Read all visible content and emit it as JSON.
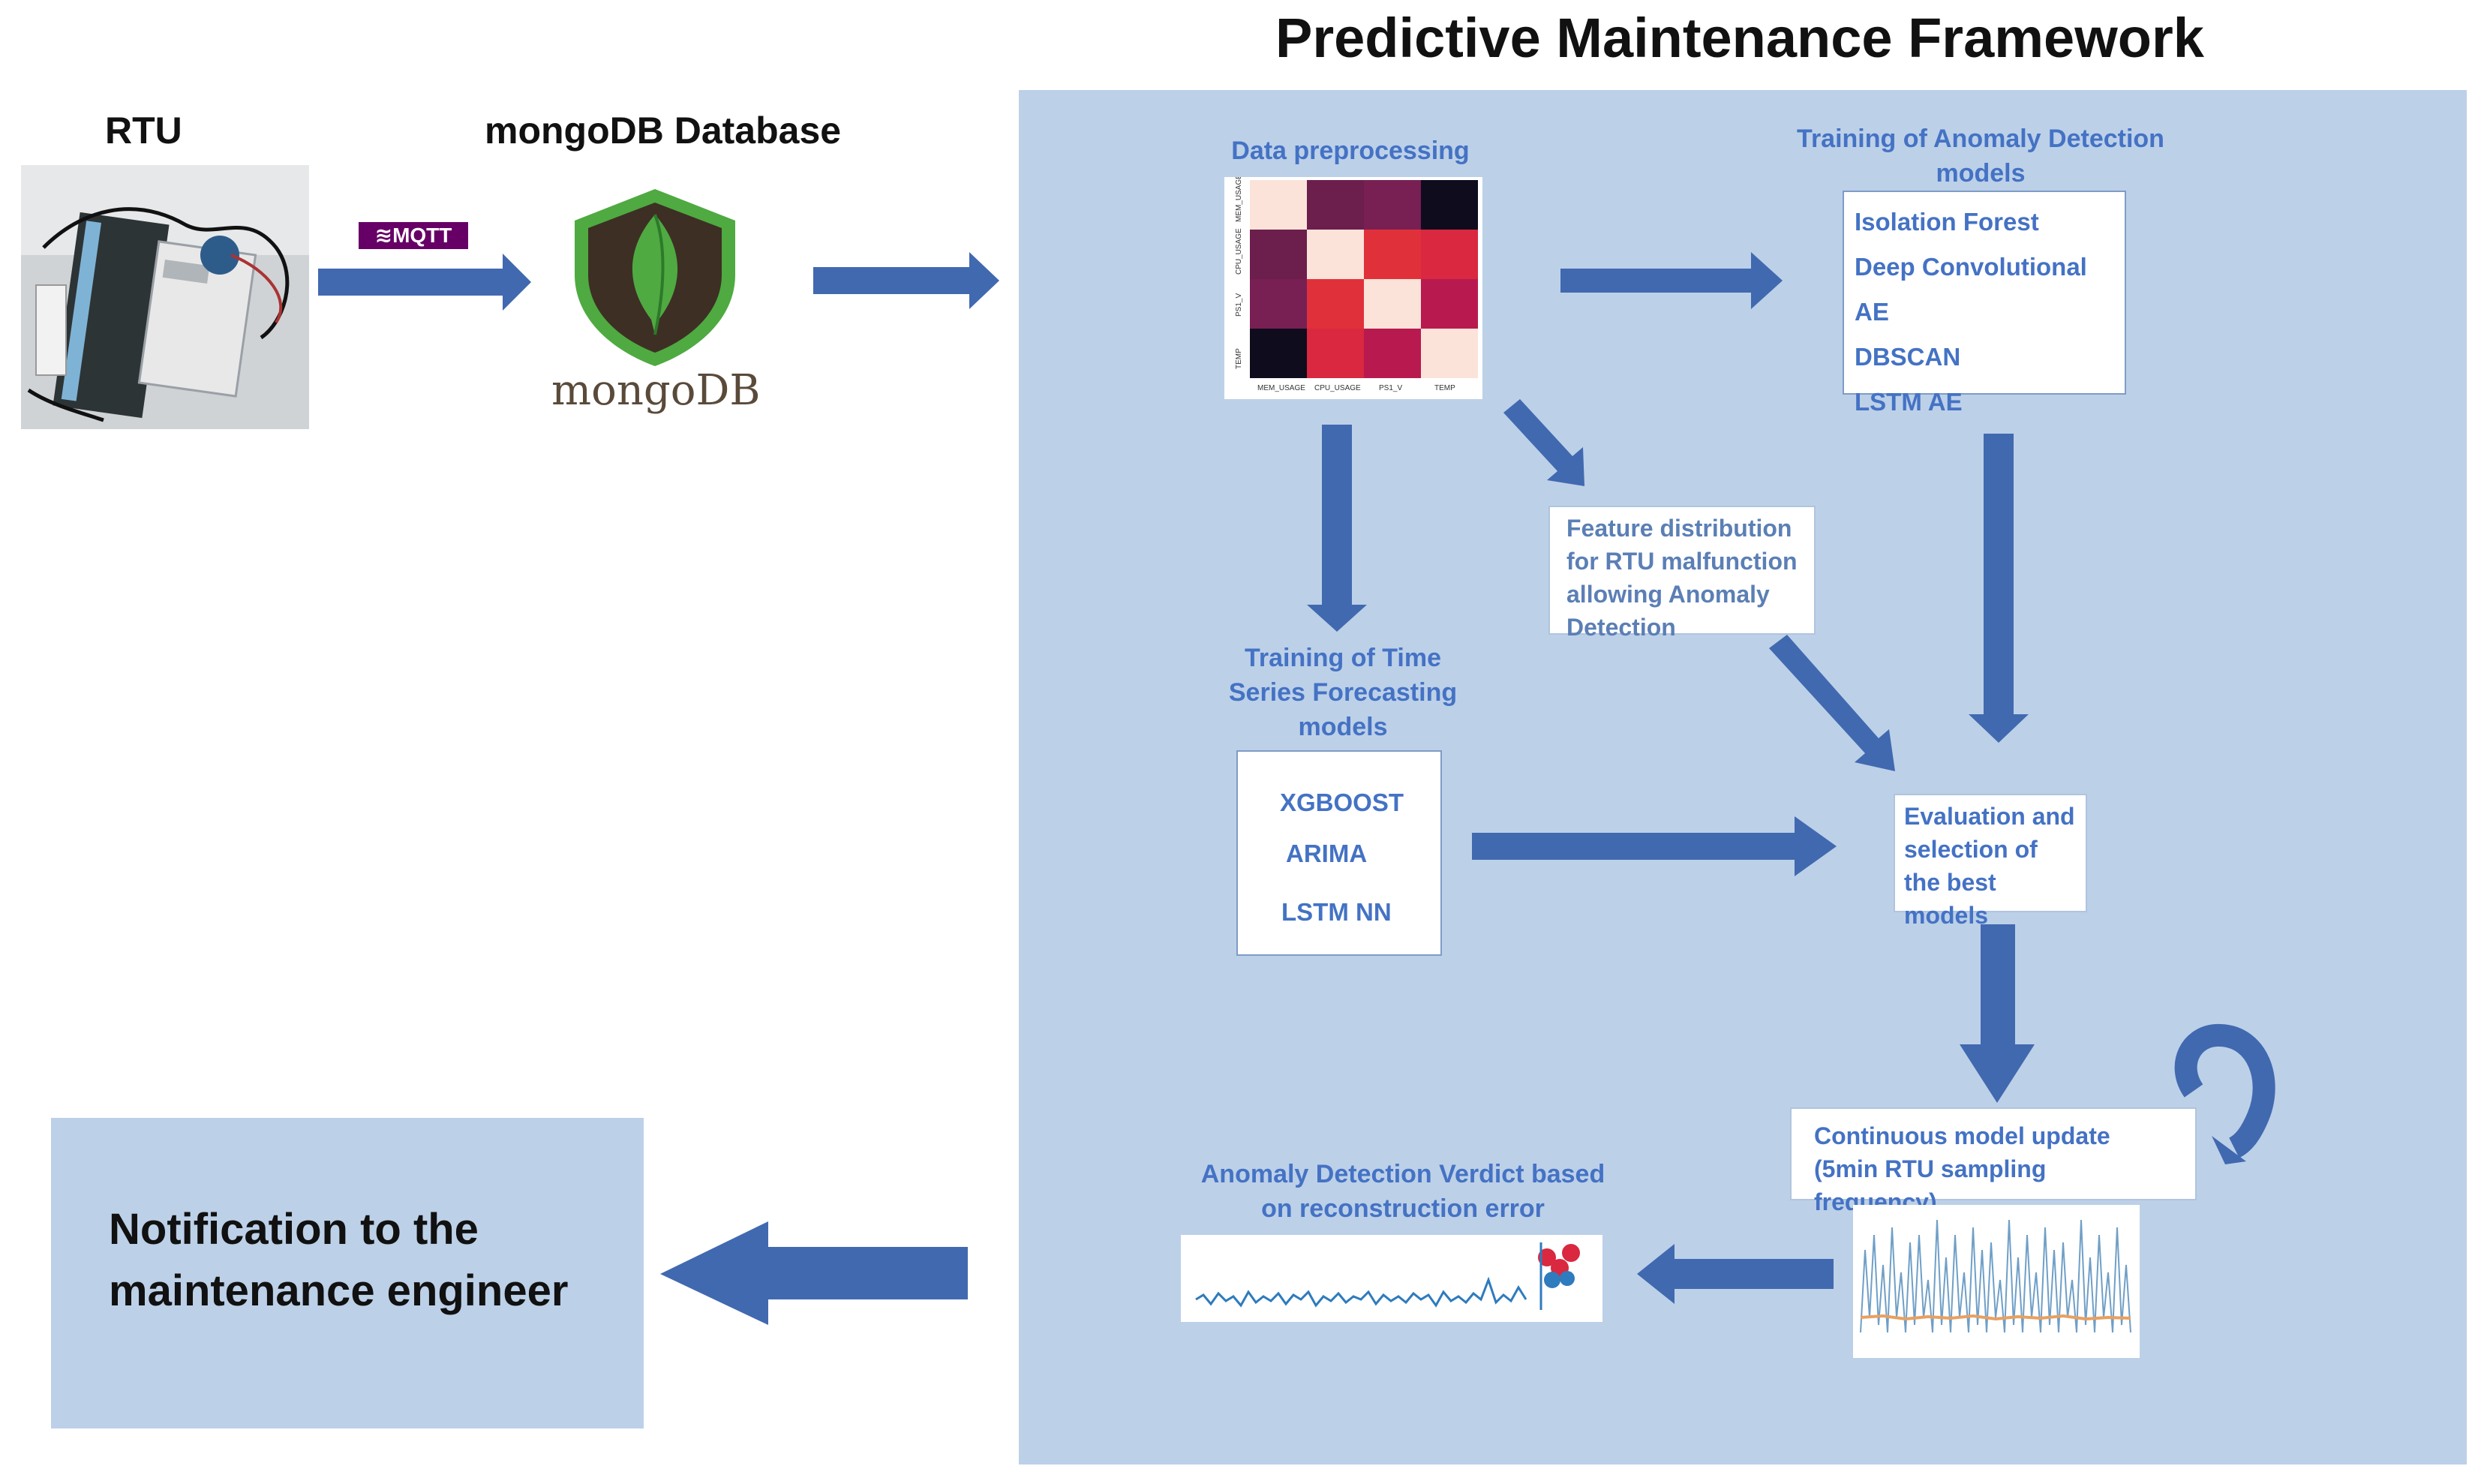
{
  "title": "Predictive Maintenance Framework",
  "rtu_label": "RTU",
  "db_label": "mongoDB Database",
  "mqtt_badge": "MQTT",
  "mongo_wordmark": "mongoDB",
  "preprocessing": {
    "label": "Data preprocessing",
    "matrix_labels": [
      "MEM_USAGE",
      "CPU_USAGE",
      "PS1_V",
      "TEMP"
    ]
  },
  "anomaly_training": {
    "label": "Training of Anomaly Detection models",
    "models": [
      "Isolation Forest",
      "Deep Convolutional AE",
      "DBSCAN",
      "LSTM AE"
    ]
  },
  "feature_dist": "Feature distribution for RTU malfunction allowing Anomaly Detection",
  "ts_training": {
    "label": "Training of Time Series Forecasting models",
    "models": [
      "XGBOOST",
      "ARIMA",
      "LSTM NN"
    ]
  },
  "evaluation": "Evaluation and selection of the best models",
  "continuous_update": "Continuous model update (5min RTU sampling frequency)",
  "verdict": "Anomaly Detection Verdict based on reconstruction error",
  "notification": "Notification to the maintenance engineer",
  "colors": {
    "panel": "#bcd0e8",
    "arrow": "#4169b0",
    "label_blue": "#4472c4",
    "mongo_green": "#4faa41",
    "mongo_dark": "#3d2f24",
    "mqtt": "#660066"
  }
}
